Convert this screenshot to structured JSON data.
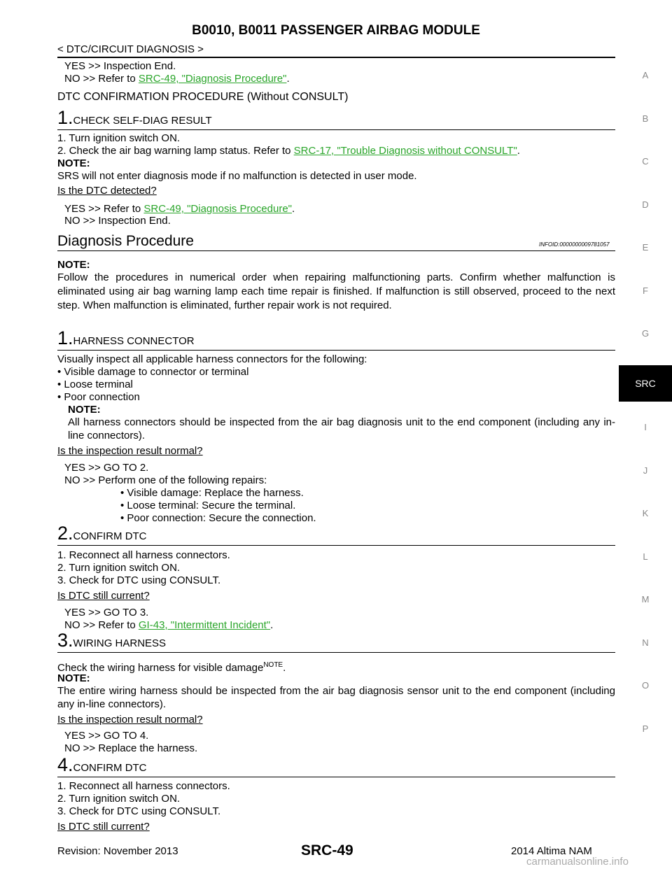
{
  "header": {
    "title": "B0010, B0011 PASSENGER AIRBAG MODULE",
    "subheader": "< DTC/CIRCUIT DIAGNOSIS >"
  },
  "top": {
    "yes": "YES     >> Inspection End.",
    "no_prefix": "NO      >> Refer to ",
    "no_link": "SRC-49, \"Diagnosis Procedure\"",
    "no_suffix": "."
  },
  "dtc_heading": "DTC CONFIRMATION PROCEDURE (Without CONSULT)",
  "selfdiag": {
    "num": "1.",
    "title": "CHECK SELF-DIAG RESULT",
    "line1": "1.  Turn ignition switch ON.",
    "line2_prefix": "2.  Check the air bag warning lamp status. Refer to ",
    "line2_link": "SRC-17, \"Trouble Diagnosis without CONSULT\"",
    "line2_suffix": ".",
    "note_label": "NOTE:",
    "note_text": "SRS will not enter diagnosis mode if no malfunction is detected in user mode.",
    "question": "Is the DTC detected?",
    "yes_prefix": "YES     >> Refer to ",
    "yes_link": "SRC-49, \"Diagnosis Procedure\"",
    "yes_suffix": ".",
    "no": "NO      >> Inspection End."
  },
  "diag": {
    "heading": "Diagnosis Procedure",
    "infoid": "INFOID:0000000009781057",
    "note_label": "NOTE:",
    "note_text": "Follow the procedures in numerical order when repairing malfunctioning parts. Confirm whether malfunction is eliminated using air bag warning lamp each time repair is finished. If malfunction is still observed, proceed to the next step. When malfunction is eliminated, further repair work is not required."
  },
  "step1": {
    "num": "1.",
    "title": "HARNESS CONNECTOR",
    "intro": "Visually inspect all applicable harness connectors for the following:",
    "bullets": [
      "•  Visible damage to connector or terminal",
      "•  Loose terminal",
      "•  Poor connection"
    ],
    "note_label": "NOTE:",
    "note_text": "All harness connectors should be inspected from the air bag diagnosis unit to the end component (including any in-line connectors).",
    "question": "Is the inspection result normal?",
    "yes": "YES     >> GO TO 2.",
    "no": "NO      >>   Perform one of the following repairs:",
    "repairs": [
      "•  Visible damage: Replace the harness.",
      "•  Loose terminal: Secure the terminal.",
      "•  Poor connection: Secure the connection."
    ]
  },
  "step2": {
    "num": "2.",
    "title": "CONFIRM DTC",
    "lines": [
      "1.  Reconnect all harness connectors.",
      "2.  Turn ignition switch ON.",
      "3.  Check for DTC using CONSULT."
    ],
    "question": "Is DTC still current?",
    "yes": "YES     >> GO TO 3.",
    "no_prefix": "NO      >> Refer to ",
    "no_link": "GI-43, \"Intermittent Incident\"",
    "no_suffix": "."
  },
  "step3": {
    "num": "3.",
    "title": "WIRING HARNESS",
    "check": "Check the wiring harness for visible damage",
    "sup": "NOTE",
    "check_end": ".",
    "note_label": "NOTE:",
    "note_text": "The entire wiring harness should be inspected from the air bag diagnosis sensor unit to the end component (including any in-line connectors).",
    "question": "Is the inspection result normal?",
    "yes": "YES     >> GO TO 4.",
    "no": "NO      >> Replace the harness."
  },
  "step4": {
    "num": "4.",
    "title": "CONFIRM DTC",
    "lines": [
      "1.  Reconnect all harness connectors.",
      "2.  Turn ignition switch ON.",
      "3.  Check for DTC using CONSULT."
    ],
    "question": "Is DTC still current?"
  },
  "tabs": [
    "A",
    "B",
    "C",
    "D",
    "E",
    "F",
    "G",
    "SRC",
    "I",
    "J",
    "K",
    "L",
    "M",
    "N",
    "O",
    "P"
  ],
  "active_tab": "SRC",
  "footer": {
    "revision": "Revision: November 2013",
    "page": "SRC-49",
    "model": "2014 Altima NAM",
    "watermark": "carmanualsonline.info"
  }
}
